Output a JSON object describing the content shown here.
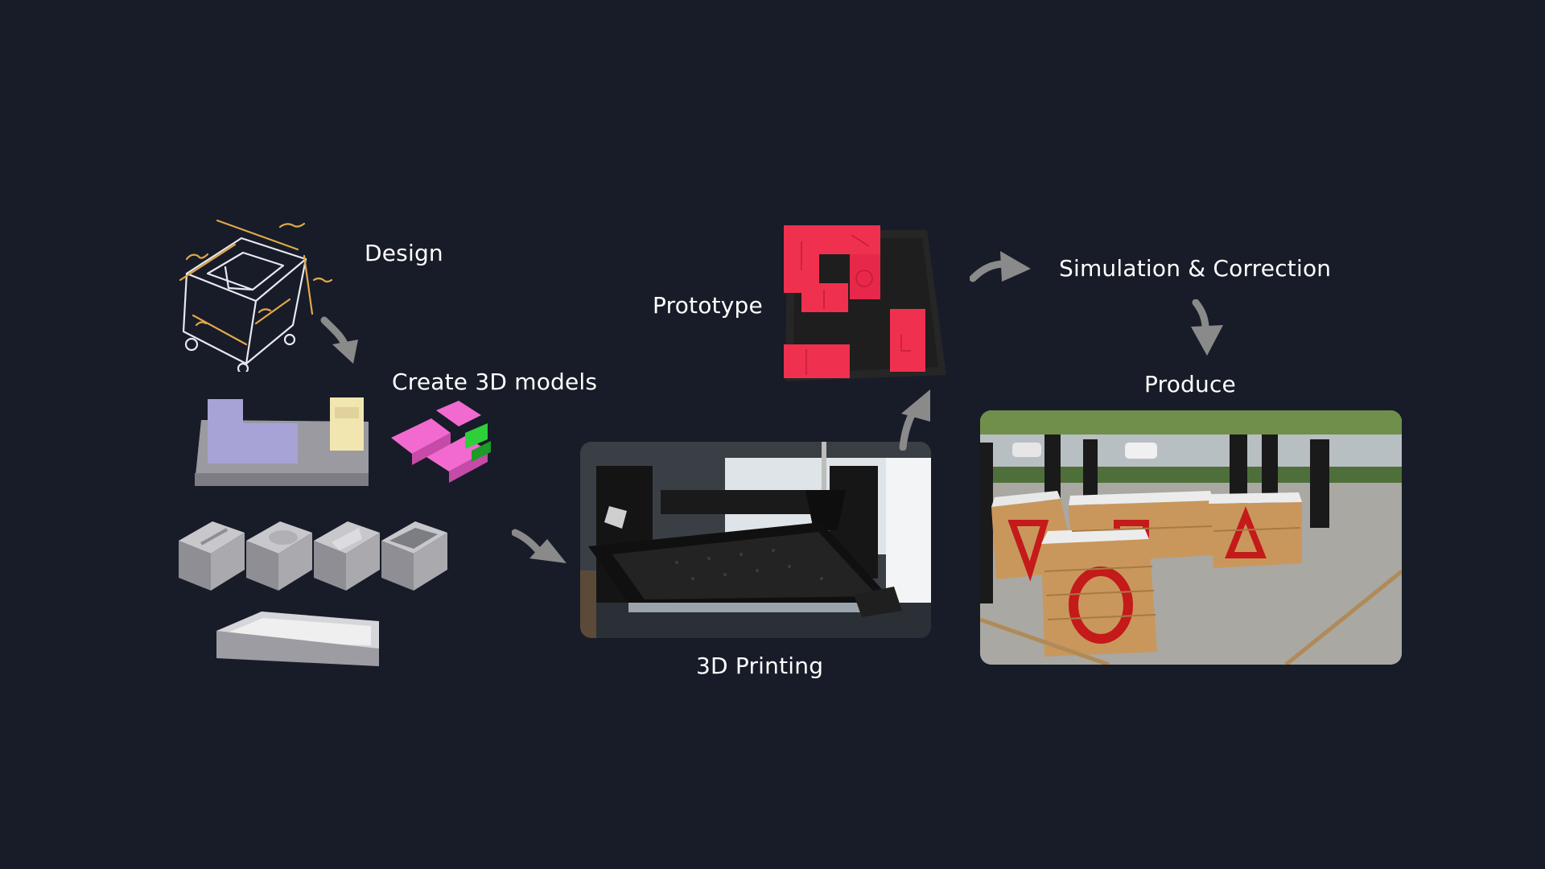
{
  "steps": {
    "design": "Design",
    "create_3d_models": "Create 3D models",
    "printing": "3D Printing",
    "prototype": "Prototype",
    "simulation": "Simulation & Correction",
    "produce": "Produce"
  },
  "colors": {
    "background": "#171c28",
    "arrow": "#8a8a8a",
    "sketch_line": "#e8e8f0",
    "sketch_accent": "#e2a84a",
    "model_purple": "#a7a3d6",
    "model_yellow": "#f2e6b0",
    "model_pink": "#f26ad0",
    "model_green": "#2fcf3a",
    "prototype_red": "#f0304f",
    "wood": "#c9975c"
  }
}
